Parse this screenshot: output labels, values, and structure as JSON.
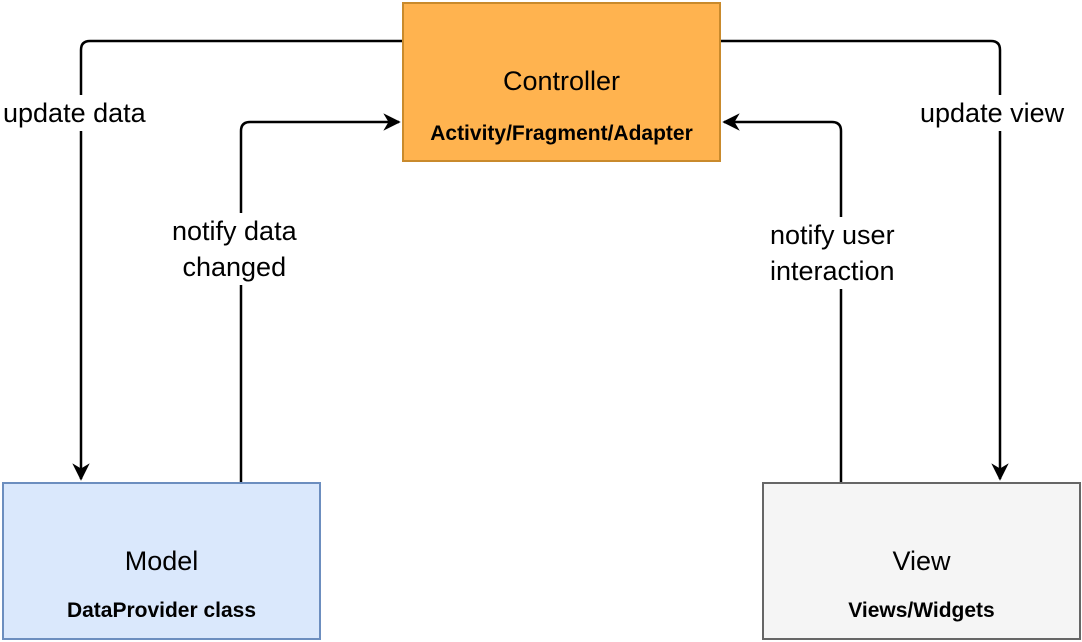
{
  "controller": {
    "title": "Controller",
    "subtitle": "Activity/Fragment/Adapter"
  },
  "model": {
    "title": "Model",
    "subtitle": "DataProvider class"
  },
  "view": {
    "title": "View",
    "subtitle": "Views/Widgets"
  },
  "edges": {
    "update_data": "update data",
    "notify_data_changed": {
      "line1": "notify data",
      "line2": "changed"
    },
    "notify_user_interaction": {
      "line1": "notify user",
      "line2": "interaction"
    },
    "update_view": "update view"
  },
  "colors": {
    "controller_fill": "#ffb34f",
    "model_fill": "#dae8fc",
    "view_fill": "#f5f5f5",
    "edge": "#000000"
  }
}
